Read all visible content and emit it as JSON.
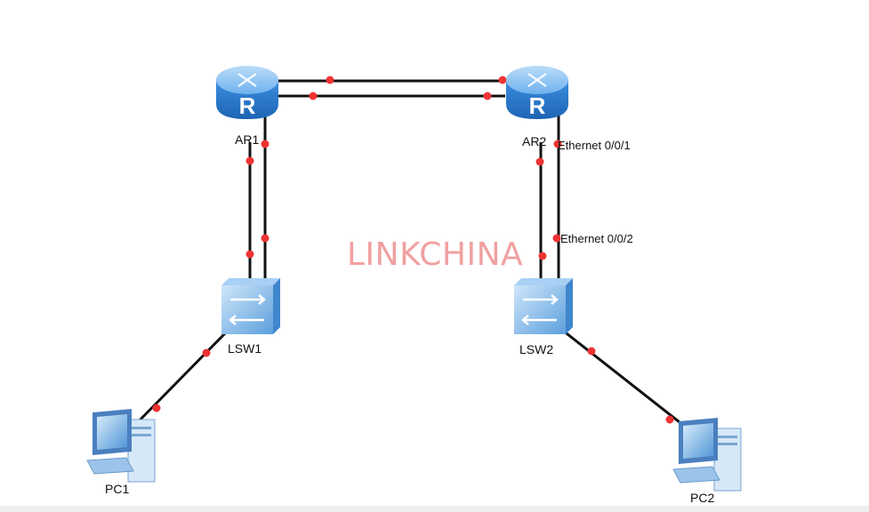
{
  "watermark": "LINKCHINA",
  "devices": {
    "ar1": {
      "label": "AR1",
      "type": "router",
      "icon": "router-icon"
    },
    "ar2": {
      "label": "AR2",
      "type": "router",
      "icon": "router-icon"
    },
    "lsw1": {
      "label": "LSW1",
      "type": "switch",
      "icon": "switch-icon"
    },
    "lsw2": {
      "label": "LSW2",
      "type": "switch",
      "icon": "switch-icon"
    },
    "pc1": {
      "label": "PC1",
      "type": "pc",
      "icon": "pc-icon"
    },
    "pc2": {
      "label": "PC2",
      "type": "pc",
      "icon": "pc-icon"
    }
  },
  "port_labels": {
    "ar2_eth001": "Ethernet 0/0/1",
    "ar2_eth002": "Ethernet 0/0/2"
  },
  "links": [
    {
      "from": "AR1",
      "to": "AR2"
    },
    {
      "from": "AR1",
      "to": "AR2"
    },
    {
      "from": "AR1",
      "to": "LSW1"
    },
    {
      "from": "AR1",
      "to": "LSW1"
    },
    {
      "from": "AR2",
      "to": "LSW2"
    },
    {
      "from": "AR2",
      "to": "LSW2"
    },
    {
      "from": "LSW1",
      "to": "PC1"
    },
    {
      "from": "LSW2",
      "to": "PC2"
    }
  ],
  "colors": {
    "link": "#111111",
    "port_dot": "#ee3333",
    "router_top": "#8fc6f2",
    "router_body": "#2f7fd0",
    "switch": "#5aa7e6",
    "watermark": "#f0a0a0"
  }
}
